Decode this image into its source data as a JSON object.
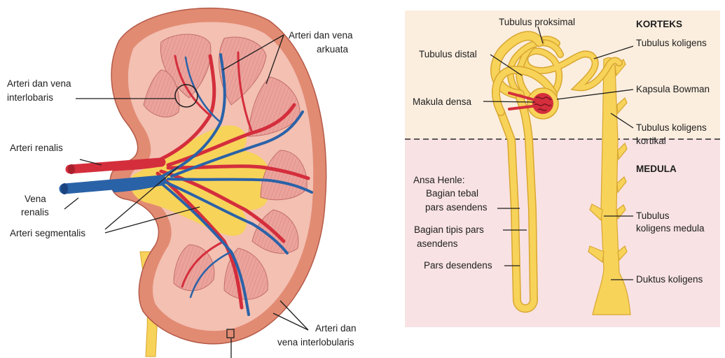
{
  "kidney": {
    "arkuata_1": "Arteri dan vena",
    "arkuata_2": "arkuata",
    "interlobaris_1": "Arteri dan vena",
    "interlobaris_2": "interlobaris",
    "renalis_arteri": "Arteri renalis",
    "renalis_vena_1": "Vena",
    "renalis_vena_2": "renalis",
    "segmentalis": "Arteri segmentalis",
    "interlobularis_1": "Arteri dan",
    "interlobularis_2": "vena interlobularis"
  },
  "nephron": {
    "korteks": "KORTEKS",
    "medula": "MEDULA",
    "tub_proksimal": "Tubulus proksimal",
    "tub_distal": "Tubulus distal",
    "makula": "Makula densa",
    "tub_koligens": "Tubulus koligens",
    "kapsula": "Kapsula Bowman",
    "kortikal_1": "Tubulus koligens",
    "kortikal_2": "kortikal",
    "ansa": "Ansa Henle:",
    "tebal_1": "Bagian tebal",
    "tebal_2": "pars asendens",
    "tipis_1": "Bagian tipis pars",
    "tipis_2": "asendens",
    "desendens": "Pars desendens",
    "medula_1": "Tubulus",
    "medula_2": "koligens medula",
    "duktus": "Duktus koligens"
  },
  "colors": {
    "cortex_bg": "#fbeede",
    "medulla_bg": "#f8e2e3",
    "tubule": "#f7d35a",
    "artery": "#d42e3c",
    "vein": "#2a62a8",
    "capsule": "#e28b73",
    "pyramid": "#eba39c"
  }
}
